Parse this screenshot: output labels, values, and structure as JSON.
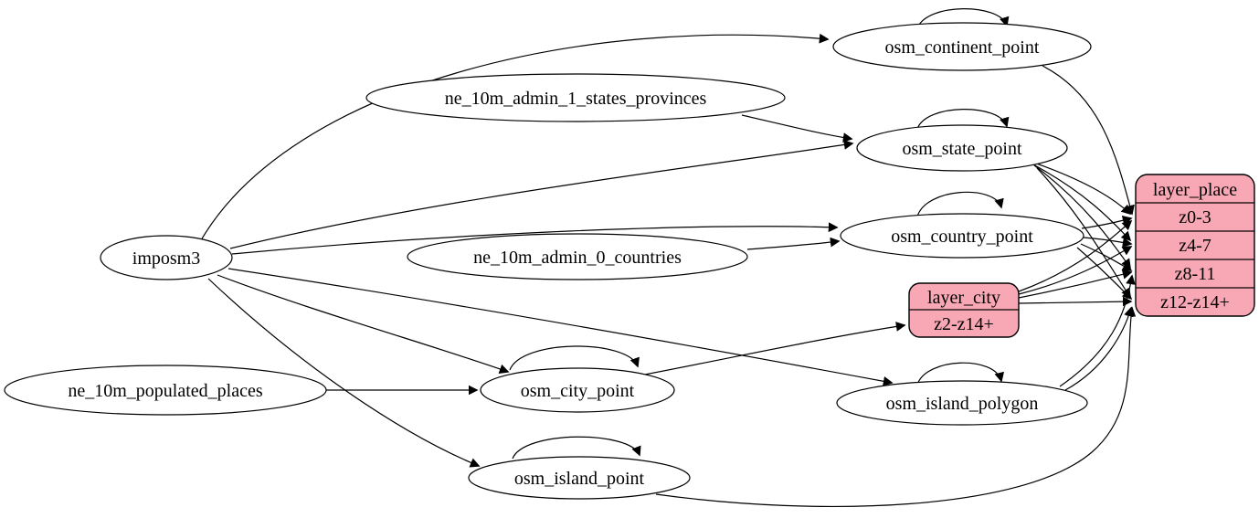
{
  "diagram": {
    "kind": "graphviz-etl-diagram",
    "colors": {
      "background": "#ffffff",
      "node_fill": "#ffffff",
      "record_fill": "#f8a8b4",
      "stroke": "#000000"
    },
    "nodes": {
      "imposm3": {
        "label": "imposm3"
      },
      "ne_10m_admin_1_states_provinces": {
        "label": "ne_10m_admin_1_states_provinces"
      },
      "ne_10m_admin_0_countries": {
        "label": "ne_10m_admin_0_countries"
      },
      "ne_10m_populated_places": {
        "label": "ne_10m_populated_places"
      },
      "osm_continent_point": {
        "label": "osm_continent_point"
      },
      "osm_state_point": {
        "label": "osm_state_point"
      },
      "osm_country_point": {
        "label": "osm_country_point"
      },
      "osm_city_point": {
        "label": "osm_city_point"
      },
      "osm_island_polygon": {
        "label": "osm_island_polygon"
      },
      "osm_island_point": {
        "label": "osm_island_point"
      }
    },
    "records": {
      "layer_city": {
        "title": "layer_city",
        "rows": [
          "z2-z14+"
        ]
      },
      "layer_place": {
        "title": "layer_place",
        "rows": [
          "z0-3",
          "z4-7",
          "z8-11",
          "z12-z14+"
        ]
      }
    },
    "edges": [
      {
        "from": "imposm3",
        "to": "osm_continent_point"
      },
      {
        "from": "imposm3",
        "to": "osm_state_point"
      },
      {
        "from": "imposm3",
        "to": "osm_country_point"
      },
      {
        "from": "imposm3",
        "to": "osm_city_point"
      },
      {
        "from": "imposm3",
        "to": "osm_island_polygon"
      },
      {
        "from": "imposm3",
        "to": "osm_island_point"
      },
      {
        "from": "ne_10m_admin_1_states_provinces",
        "to": "osm_state_point"
      },
      {
        "from": "ne_10m_admin_0_countries",
        "to": "osm_country_point"
      },
      {
        "from": "ne_10m_populated_places",
        "to": "osm_city_point"
      },
      {
        "from": "osm_continent_point",
        "to": "osm_continent_point"
      },
      {
        "from": "osm_state_point",
        "to": "osm_state_point"
      },
      {
        "from": "osm_country_point",
        "to": "osm_country_point"
      },
      {
        "from": "osm_city_point",
        "to": "osm_city_point"
      },
      {
        "from": "osm_island_polygon",
        "to": "osm_island_polygon"
      },
      {
        "from": "osm_island_point",
        "to": "osm_island_point"
      },
      {
        "from": "osm_continent_point",
        "to": "layer_place:z0-3"
      },
      {
        "from": "osm_state_point",
        "to": "layer_place:z0-3"
      },
      {
        "from": "osm_state_point",
        "to": "layer_place:z4-7"
      },
      {
        "from": "osm_state_point",
        "to": "layer_place:z8-11"
      },
      {
        "from": "osm_state_point",
        "to": "layer_place:z12-z14+"
      },
      {
        "from": "osm_country_point",
        "to": "layer_place:z0-3"
      },
      {
        "from": "osm_country_point",
        "to": "layer_place:z4-7"
      },
      {
        "from": "osm_country_point",
        "to": "layer_place:z8-11"
      },
      {
        "from": "osm_country_point",
        "to": "layer_place:z12-z14+"
      },
      {
        "from": "osm_city_point",
        "to": "layer_city:z2-z14+"
      },
      {
        "from": "layer_city",
        "to": "layer_place:z0-3"
      },
      {
        "from": "layer_city",
        "to": "layer_place:z4-7"
      },
      {
        "from": "layer_city",
        "to": "layer_place:z8-11"
      },
      {
        "from": "layer_city",
        "to": "layer_place:z12-z14+"
      },
      {
        "from": "osm_island_polygon",
        "to": "layer_place:z8-11"
      },
      {
        "from": "osm_island_polygon",
        "to": "layer_place:z12-z14+"
      },
      {
        "from": "osm_island_point",
        "to": "layer_place:z12-z14+"
      }
    ]
  }
}
